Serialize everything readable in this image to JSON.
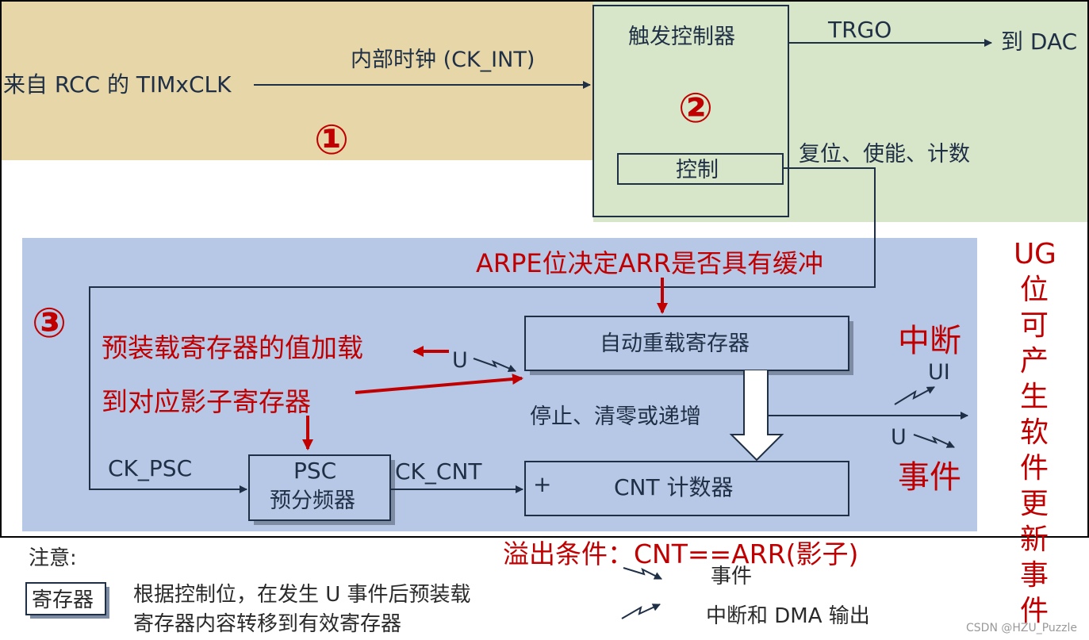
{
  "clock": {
    "source_label": "来自 RCC 的 TIMxCLK",
    "internal_label": "内部时钟 (CK_INT)",
    "circle1": "①"
  },
  "trigger": {
    "title": "触发控制器",
    "circle2": "②",
    "control_label": "控制",
    "trgo_label": "TRGO",
    "dac_label": "到 DAC",
    "reset_label": "复位、使能、计数"
  },
  "timebase": {
    "circle3": "③",
    "arpe_note": "ARPE位决定ARR是否具有缓冲",
    "preload_note_line1": "预装载寄存器的值加载",
    "preload_note_line2": "到对应影子寄存器",
    "u_label_left": "U",
    "arr_label": "自动重载寄存器",
    "interrupt_label": "中断",
    "ui_label": "UI",
    "stop_label": "停止、清零或递增",
    "u_label_right": "U",
    "event_label": "事件",
    "ck_psc_label": "CK_PSC",
    "psc_line1": "PSC",
    "psc_line2": "预分频器",
    "ck_cnt_label": "CK_CNT",
    "plus_label": "+",
    "cnt_label": "CNT 计数器"
  },
  "ug_note": [
    "U",
    "G",
    "位",
    "可",
    "产",
    "生",
    "软",
    "件",
    "更",
    "新",
    "事",
    "件"
  ],
  "overflow_note": "溢出条件：CNT==ARR(影子)",
  "legend": {
    "title": "注意:",
    "register_box": "寄存器",
    "register_desc_line1": "根据控制位，在发生 U 事件后预装载",
    "register_desc_line2": "寄存器内容转移到有效寄存器",
    "event_desc": "事件",
    "interrupt_desc": "中断和 DMA 输出"
  },
  "watermark": "CSDN @HZU_Puzzle",
  "colors": {
    "clock_region": "#e6d6a8",
    "trigger_region": "#d7e6c8",
    "timebase_region": "#b7c8e6",
    "annotation_red": "#c00000",
    "line": "#1f2f45"
  }
}
